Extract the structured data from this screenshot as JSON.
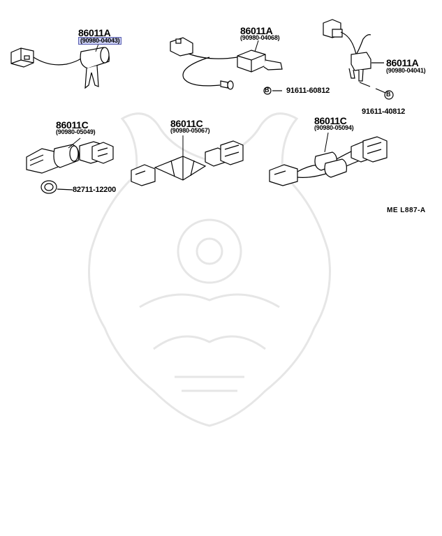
{
  "parts": [
    {
      "id": "a1",
      "code": "86011A",
      "subcode": "(90980-04043)",
      "highlighted": true
    },
    {
      "id": "a2",
      "code": "86011A",
      "subcode": "(90980-04068)"
    },
    {
      "id": "a3",
      "code": "86011A",
      "subcode": "(90980-04041)"
    },
    {
      "id": "c1",
      "code": "86011C",
      "subcode": "(90980-05049)"
    },
    {
      "id": "c2",
      "code": "86011C",
      "subcode": "(90980-05067)"
    },
    {
      "id": "c3",
      "code": "86011C",
      "subcode": "(90980-05094)"
    }
  ],
  "callouts": [
    {
      "id": "b1",
      "marker": "B",
      "part_number": "91611-60812"
    },
    {
      "id": "b2",
      "marker": "B",
      "part_number": "91611-40812"
    },
    {
      "id": "clamp",
      "part_number": "82711-12200"
    }
  ],
  "figure_code": "ME  L887-A",
  "colors": {
    "highlight_fill": "#c9cdf2",
    "highlight_border": "#5a5fb0",
    "line": "#000000",
    "watermark": "#e6e6e6"
  }
}
